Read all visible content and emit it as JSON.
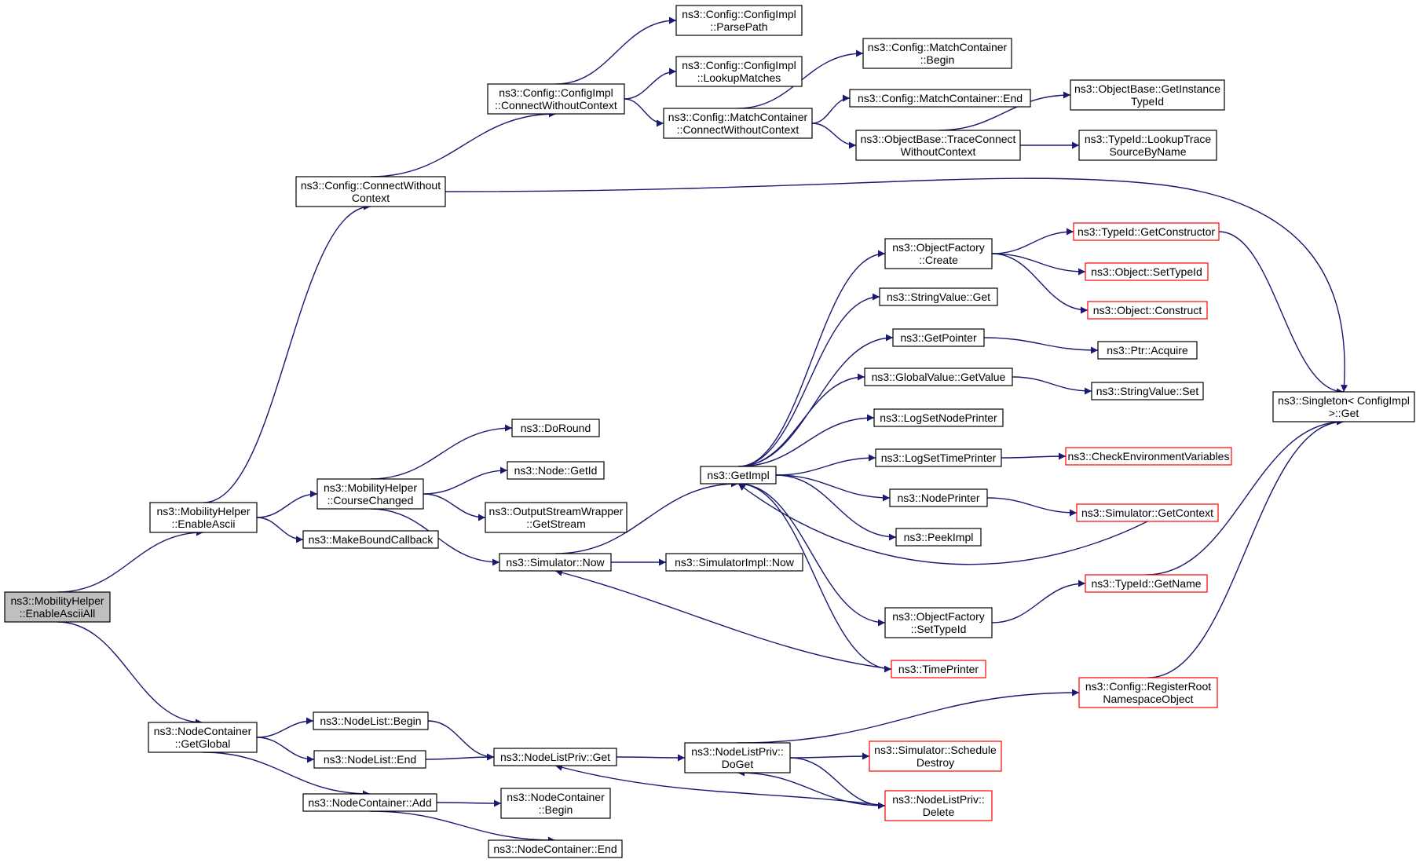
{
  "colors": {
    "edge": "#191970",
    "border": "#000000",
    "border_incomplete": "#ff0000",
    "root_fill": "#bfbfbf"
  },
  "nodes": [
    {
      "id": "root",
      "lines": [
        "ns3::MobilityHelper",
        "::EnableAsciiAll"
      ]
    },
    {
      "id": "mh_enableascii",
      "lines": [
        "ns3::MobilityHelper",
        "::EnableAscii"
      ]
    },
    {
      "id": "nc_getglobal",
      "lines": [
        "ns3::NodeContainer",
        "::GetGlobal"
      ]
    },
    {
      "id": "cfg_connect",
      "lines": [
        "ns3::Config::ConnectWithout",
        "Context"
      ]
    },
    {
      "id": "mh_coursechanged",
      "lines": [
        "ns3::MobilityHelper",
        "::CourseChanged"
      ]
    },
    {
      "id": "makeboundcb",
      "lines": [
        "ns3::MakeBoundCallback"
      ]
    },
    {
      "id": "cfgimpl_connect",
      "lines": [
        "ns3::Config::ConfigImpl",
        "::ConnectWithoutContext"
      ]
    },
    {
      "id": "cfgimpl_parse",
      "lines": [
        "ns3::Config::ConfigImpl",
        "::ParsePath"
      ]
    },
    {
      "id": "cfgimpl_lookup",
      "lines": [
        "ns3::Config::ConfigImpl",
        "::LookupMatches"
      ]
    },
    {
      "id": "mc_connect",
      "lines": [
        "ns3::Config::MatchContainer",
        "::ConnectWithoutContext"
      ]
    },
    {
      "id": "mc_begin",
      "lines": [
        "ns3::Config::MatchContainer",
        "::Begin"
      ]
    },
    {
      "id": "mc_end",
      "lines": [
        "ns3::Config::MatchContainer::End"
      ]
    },
    {
      "id": "ob_traceconnect",
      "lines": [
        "ns3::ObjectBase::TraceConnect",
        "WithoutContext"
      ]
    },
    {
      "id": "ob_getinstance",
      "lines": [
        "ns3::ObjectBase::GetInstance",
        "TypeId"
      ]
    },
    {
      "id": "tid_lookuptrace",
      "lines": [
        "ns3::TypeId::LookupTrace",
        "SourceByName"
      ]
    },
    {
      "id": "singleton_get",
      "lines": [
        "ns3::Singleton< ConfigImpl",
        " >::Get"
      ]
    },
    {
      "id": "doround",
      "lines": [
        "ns3::DoRound"
      ]
    },
    {
      "id": "node_getid",
      "lines": [
        "ns3::Node::GetId"
      ]
    },
    {
      "id": "osw_getstream",
      "lines": [
        "ns3::OutputStreamWrapper",
        "::GetStream"
      ]
    },
    {
      "id": "sim_now",
      "lines": [
        "ns3::Simulator::Now"
      ]
    },
    {
      "id": "simimpl_now",
      "lines": [
        "ns3::SimulatorImpl::Now"
      ]
    },
    {
      "id": "getimpl",
      "lines": [
        "ns3::GetImpl"
      ]
    },
    {
      "id": "of_create",
      "lines": [
        "ns3::ObjectFactory",
        "::Create"
      ]
    },
    {
      "id": "sv_get",
      "lines": [
        "ns3::StringValue::Get"
      ]
    },
    {
      "id": "getpointer",
      "lines": [
        "ns3::GetPointer"
      ]
    },
    {
      "id": "gv_getvalue",
      "lines": [
        "ns3::GlobalValue::GetValue"
      ]
    },
    {
      "id": "logsetnode",
      "lines": [
        "ns3::LogSetNodePrinter"
      ]
    },
    {
      "id": "logsettime",
      "lines": [
        "ns3::LogSetTimePrinter"
      ]
    },
    {
      "id": "nodeprinter",
      "lines": [
        "ns3::NodePrinter"
      ]
    },
    {
      "id": "peekimpl",
      "lines": [
        "ns3::PeekImpl"
      ]
    },
    {
      "id": "of_settypeid",
      "lines": [
        "ns3::ObjectFactory",
        "::SetTypeId"
      ]
    },
    {
      "id": "timeprinter",
      "lines": [
        "ns3::TimePrinter"
      ]
    },
    {
      "id": "tid_getconstructor",
      "lines": [
        "ns3::TypeId::GetConstructor"
      ]
    },
    {
      "id": "obj_settypeid",
      "lines": [
        "ns3::Object::SetTypeId"
      ]
    },
    {
      "id": "obj_construct",
      "lines": [
        "ns3::Object::Construct"
      ]
    },
    {
      "id": "ptr_acquire",
      "lines": [
        "ns3::Ptr::Acquire"
      ]
    },
    {
      "id": "sv_set",
      "lines": [
        "ns3::StringValue::Set"
      ]
    },
    {
      "id": "checkenv",
      "lines": [
        "ns3::CheckEnvironmentVariables"
      ]
    },
    {
      "id": "sim_getcontext",
      "lines": [
        "ns3::Simulator::GetContext"
      ]
    },
    {
      "id": "tid_getname",
      "lines": [
        "ns3::TypeId::GetName"
      ]
    },
    {
      "id": "cfg_registerroot",
      "lines": [
        "ns3::Config::RegisterRoot",
        "NamespaceObject"
      ]
    },
    {
      "id": "nl_begin",
      "lines": [
        "ns3::NodeList::Begin"
      ]
    },
    {
      "id": "nl_end",
      "lines": [
        "ns3::NodeList::End"
      ]
    },
    {
      "id": "nc_add",
      "lines": [
        "ns3::NodeContainer::Add"
      ]
    },
    {
      "id": "nlp_get",
      "lines": [
        "ns3::NodeListPriv::Get"
      ]
    },
    {
      "id": "nc_begin",
      "lines": [
        "ns3::NodeContainer",
        "::Begin"
      ]
    },
    {
      "id": "nc_end",
      "lines": [
        "ns3::NodeContainer::End"
      ]
    },
    {
      "id": "nlp_doget",
      "lines": [
        "ns3::NodeListPriv::",
        "DoGet"
      ]
    },
    {
      "id": "sim_scheduledestroy",
      "lines": [
        "ns3::Simulator::Schedule",
        "Destroy"
      ]
    },
    {
      "id": "nlp_delete",
      "lines": [
        "ns3::NodeListPriv::",
        "Delete"
      ]
    }
  ]
}
